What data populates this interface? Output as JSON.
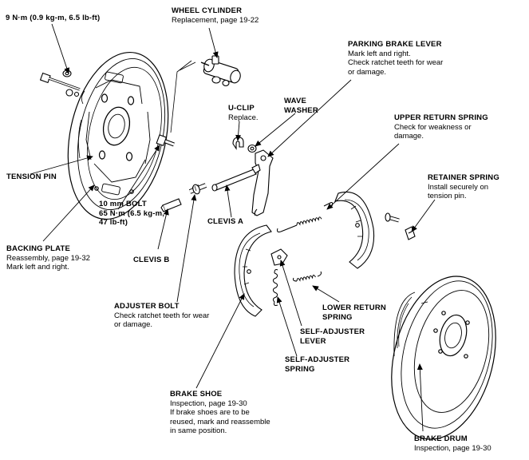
{
  "labels": {
    "torque_spec": {
      "title": "9 N·m (0.9 kg-m, 6.5 lb-ft)"
    },
    "wheel_cylinder": {
      "title": "WHEEL CYLINDER",
      "lines": [
        "Replacement, page 19-22"
      ]
    },
    "parking_brake_lever": {
      "title": "PARKING BRAKE LEVER",
      "lines": [
        "Mark left and right.",
        "Check ratchet teeth for wear",
        "or damage."
      ]
    },
    "u_clip": {
      "title": "U-CLIP",
      "lines": [
        "Replace."
      ]
    },
    "wave_washer": {
      "title_lines": [
        "WAVE",
        "WASHER"
      ]
    },
    "upper_return_spring": {
      "title": "UPPER RETURN SPRING",
      "lines": [
        "Check for weakness or",
        "damage."
      ]
    },
    "tension_pin": {
      "title": "TENSION PIN"
    },
    "bolt_10mm": {
      "title_lines": [
        "10 mm BOLT",
        "65 N·m (6.5 kg-m,",
        "47 lb-ft)"
      ]
    },
    "retainer_spring": {
      "title": "RETAINER SPRING",
      "lines": [
        "Install securely on",
        "tension pin."
      ]
    },
    "clevis_a": {
      "title": "CLEVIS A"
    },
    "backing_plate": {
      "title": "BACKING PLATE",
      "lines": [
        "Reassembly, page 19-32",
        "Mark left and right."
      ]
    },
    "clevis_b": {
      "title": "CLEVIS B"
    },
    "adjuster_bolt": {
      "title": "ADJUSTER BOLT",
      "lines": [
        "Check ratchet teeth for wear",
        "or damage."
      ]
    },
    "lower_return_spring": {
      "title_lines": [
        "LOWER RETURN",
        "SPRING"
      ]
    },
    "self_adjuster_lever": {
      "title_lines": [
        "SELF-ADJUSTER",
        "LEVER"
      ]
    },
    "self_adjuster_spring": {
      "title_lines": [
        "SELF-ADJUSTER",
        "SPRING"
      ]
    },
    "brake_shoe": {
      "title": "BRAKE SHOE",
      "lines": [
        "Inspection, page 19-30",
        "If brake shoes are to be",
        "reused, mark and reassemble",
        "in same position."
      ]
    },
    "brake_drum": {
      "title": "BRAKE DRUM",
      "lines": [
        "Inspection, page 19-30"
      ]
    }
  }
}
